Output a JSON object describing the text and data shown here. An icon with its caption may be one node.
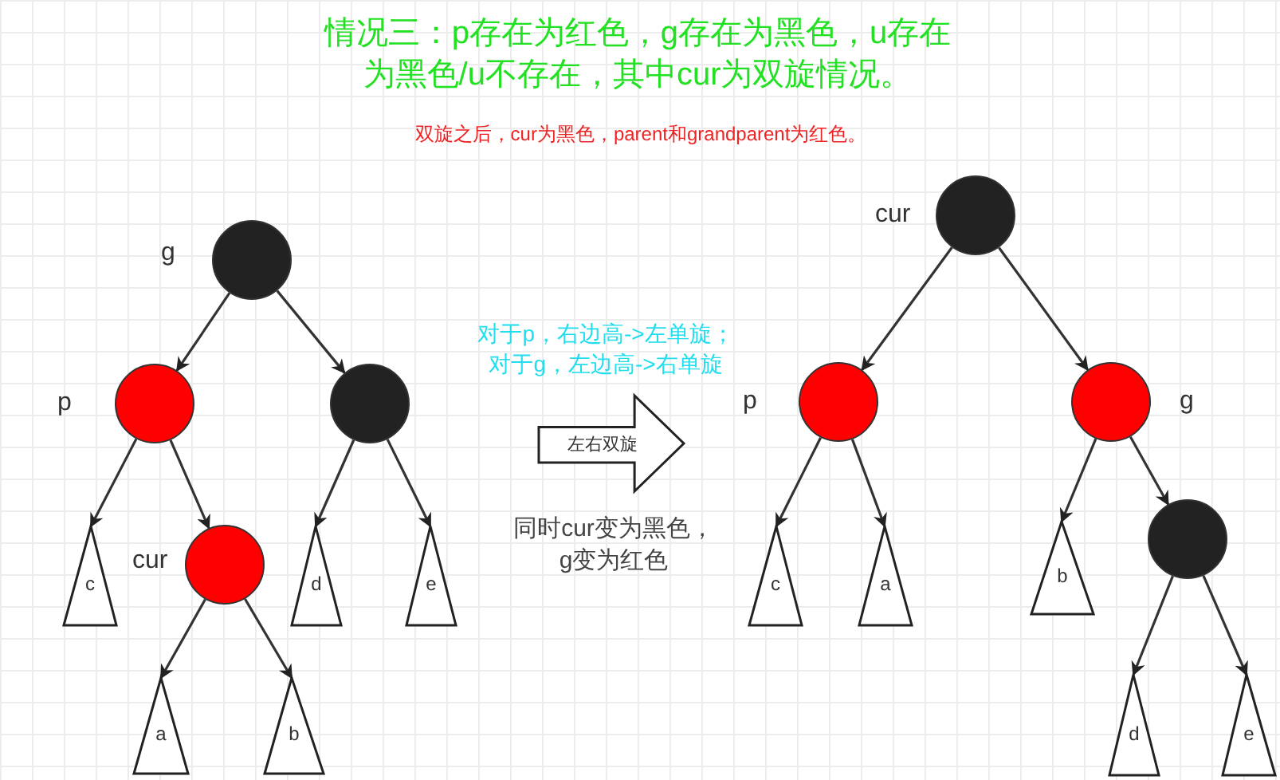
{
  "diagram": {
    "title": "情况三：p存在为红色，g存在为黑色，u存在为黑色/u不存在，其中cur为双旋情况。",
    "nodes": [
      {
        "text": [],
        "shape": "circle",
        "beside": [
          "g"
        ]
      },
      {
        "text": [],
        "shape": "circle",
        "beside": [
          "p"
        ]
      },
      {
        "text": [],
        "shape": "circle"
      },
      {
        "text": [
          "c"
        ]
      },
      {
        "text": [],
        "shape": "circle",
        "beside": [
          "cur"
        ]
      },
      {
        "text": [
          "d"
        ]
      },
      {
        "text": [
          "e"
        ]
      },
      {
        "text": [
          "a"
        ]
      },
      {
        "text": [
          "b"
        ]
      },
      {
        "text": [
          "左右双旋"
        ]
      },
      {
        "text": [],
        "shape": "circle",
        "beside": [
          "cur"
        ]
      },
      {
        "text": [],
        "shape": "circle",
        "beside": [
          "p"
        ]
      },
      {
        "text": [],
        "shape": "circle",
        "beside": [
          "g"
        ]
      },
      {
        "text": [
          "c"
        ]
      },
      {
        "text": [
          "a"
        ]
      },
      {
        "text": [
          "b"
        ]
      },
      {
        "text": [],
        "shape": "circle"
      },
      {
        "text": [
          "d"
        ]
      },
      {
        "text": [
          "e"
        ]
      }
    ],
    "edges": [
      {
        "from": 0,
        "to": 1,
        "arrow": "to"
      },
      {
        "from": 0,
        "to": 2,
        "arrow": "to"
      },
      {
        "from": 1,
        "to": 3,
        "arrow": "to"
      },
      {
        "from": 1,
        "to": 4,
        "arrow": "to"
      },
      {
        "from": 2,
        "to": 5,
        "arrow": "to"
      },
      {
        "from": 2,
        "to": 6,
        "arrow": "to"
      },
      {
        "from": 4,
        "to": 7,
        "arrow": "to"
      },
      {
        "from": 4,
        "to": 8,
        "arrow": "to"
      },
      {
        "from": 10,
        "to": 11,
        "arrow": "to"
      },
      {
        "from": 10,
        "to": 12,
        "arrow": "to"
      },
      {
        "from": 11,
        "to": 13,
        "arrow": "to"
      },
      {
        "from": 11,
        "to": 14,
        "arrow": "to"
      },
      {
        "from": 12,
        "to": 15,
        "arrow": "to"
      },
      {
        "from": 12,
        "to": 16,
        "arrow": "to"
      },
      {
        "from": 16,
        "to": 17,
        "arrow": "to"
      },
      {
        "from": 16,
        "to": 18,
        "arrow": "to"
      }
    ],
    "labels": [
      "双旋之后，cur为黑色，parent和grandparent为红色。",
      "对于p，右边高->左单旋；",
      "对于g，左边高->右单旋",
      "同时cur变为黑色，g变为红色"
    ]
  }
}
